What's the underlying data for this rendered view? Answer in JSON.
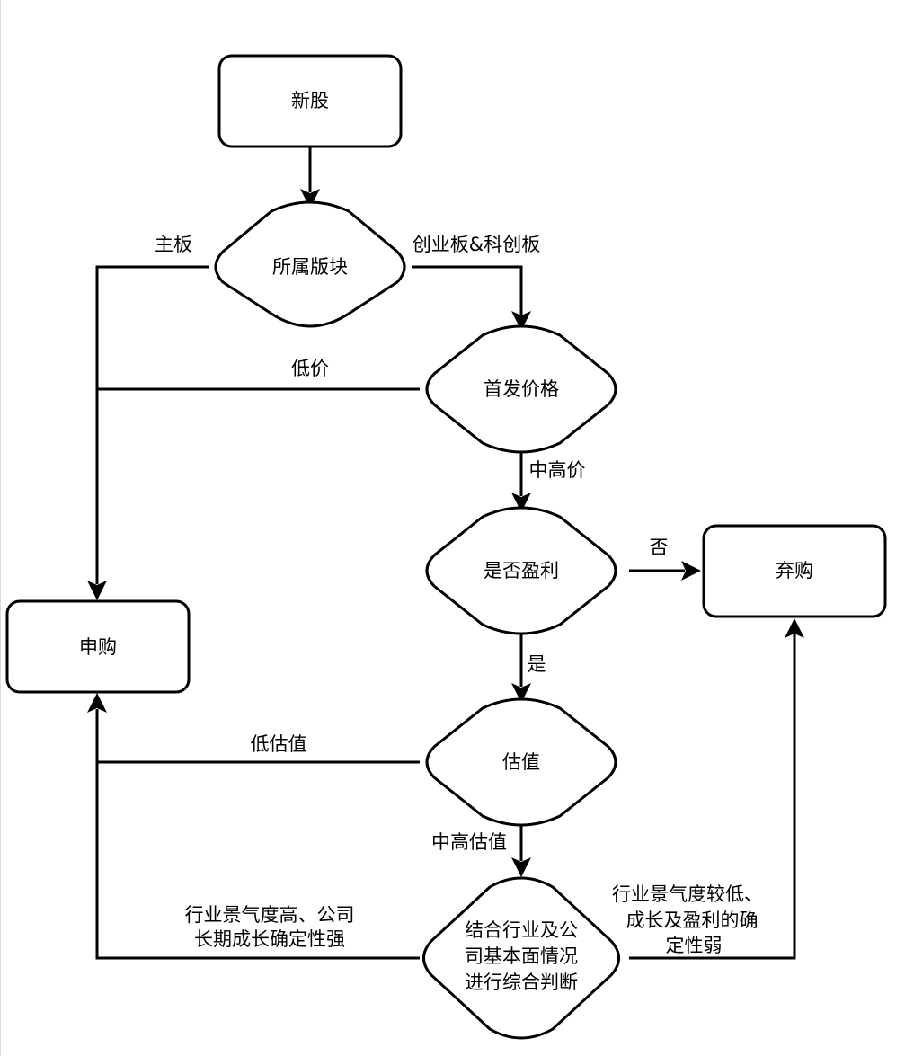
{
  "nodes": {
    "new_stock": "新股",
    "board": "所属版块",
    "ipo_price": "首发价格",
    "profitable": "是否盈利",
    "abandon": "弃购",
    "subscribe": "申购",
    "valuation": "估值",
    "combined": [
      "结合行业及公",
      "司基本面情况",
      "进行综合判断"
    ]
  },
  "edges": {
    "main_board": "主板",
    "gem_star": "创业板&科创板",
    "low_price": "低价",
    "mid_high_price": "中高价",
    "no": "否",
    "yes": "是",
    "low_valuation": "低估值",
    "mid_high_valuation": "中高估值",
    "strong": [
      "行业景气度高、公司",
      "长期成长确定性强"
    ],
    "weak": [
      "行业景气度较低、",
      "成长及盈利的确",
      "定性弱"
    ]
  }
}
